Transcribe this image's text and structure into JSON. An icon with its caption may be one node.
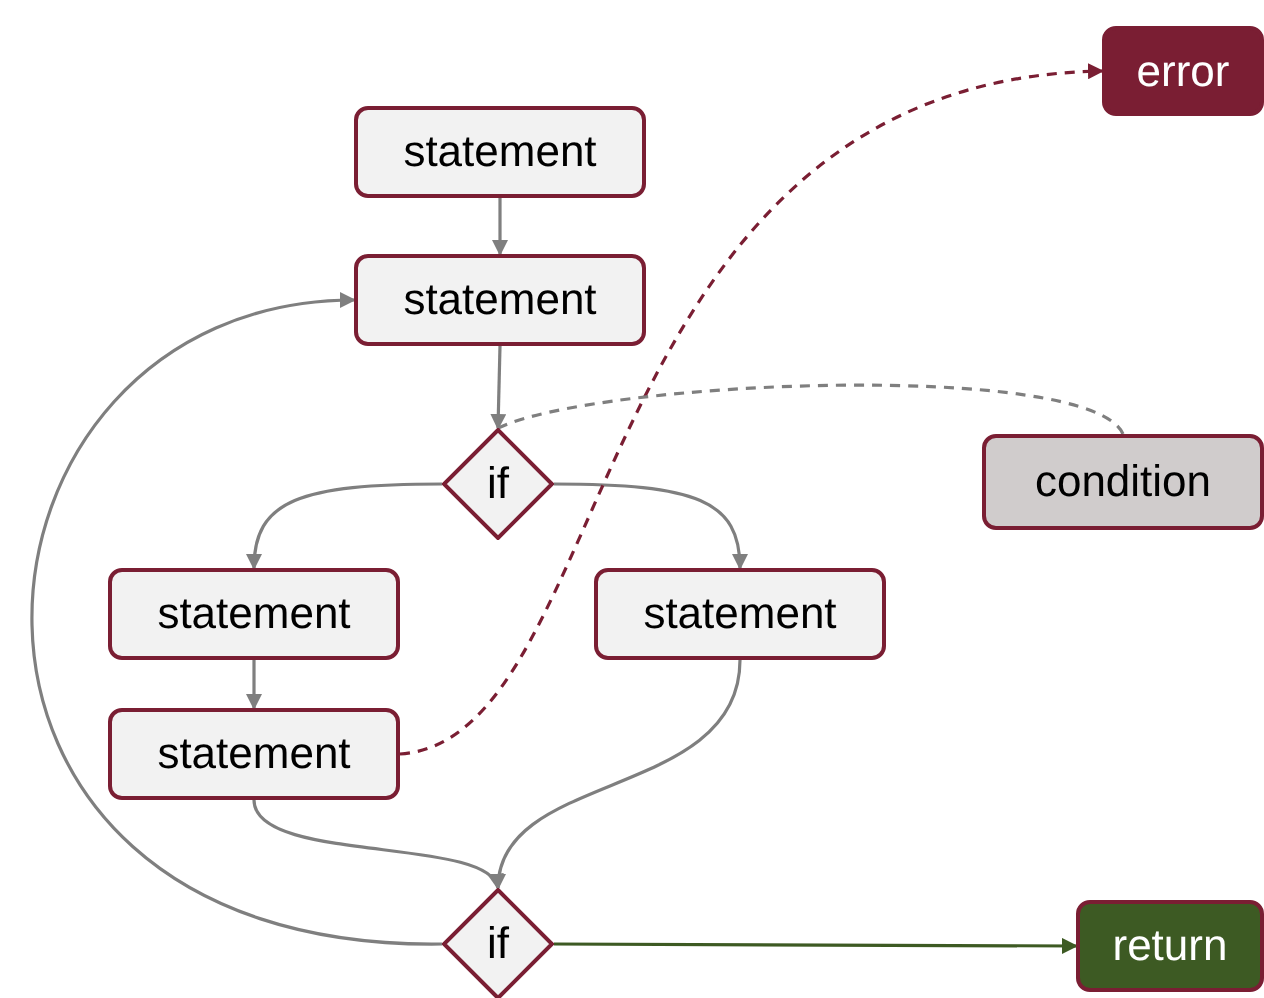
{
  "diagram": {
    "nodes": [
      {
        "text": [
          "statement"
        ]
      },
      {
        "text": [
          "statement"
        ]
      },
      {
        "text": [
          "if"
        ]
      },
      {
        "text": [
          "condition"
        ]
      },
      {
        "text": [
          "statement"
        ]
      },
      {
        "text": [
          "statement"
        ]
      },
      {
        "text": [
          "statement"
        ]
      },
      {
        "text": [
          "if"
        ]
      },
      {
        "text": [
          "error"
        ]
      },
      {
        "text": [
          "return"
        ]
      }
    ],
    "edges": [
      {
        "from": 0,
        "to": 1,
        "arrow": "to"
      },
      {
        "from": 1,
        "to": 2,
        "arrow": "to"
      },
      {
        "from": 2,
        "to": 4,
        "arrow": "to"
      },
      {
        "from": 2,
        "to": 5,
        "arrow": "to"
      },
      {
        "from": 4,
        "to": 6,
        "arrow": "to"
      },
      {
        "from": 6,
        "to": 7,
        "arrow": "to"
      },
      {
        "from": 5,
        "to": 7,
        "arrow": "to"
      },
      {
        "from": 7,
        "to": 1,
        "arrow": "to"
      },
      {
        "from": 7,
        "to": 9,
        "arrow": "to",
        "color": "#3d5a23"
      },
      {
        "from": 6,
        "to": 8,
        "arrow": "to",
        "style": "dashed",
        "color": "#7a1e33"
      },
      {
        "from": 3,
        "to": 2,
        "arrow": "none",
        "style": "dashed"
      }
    ]
  }
}
